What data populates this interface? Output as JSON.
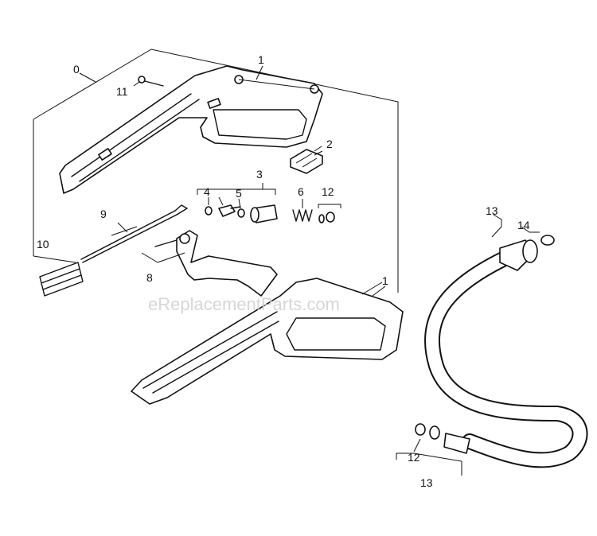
{
  "watermark": "eReplacementParts.com",
  "callouts": {
    "c0": "0",
    "c1_top": "1",
    "c1_bottom": "1",
    "c2": "2",
    "c3": "3",
    "c4": "4",
    "c5": "5",
    "c6": "6",
    "c8": "8",
    "c9": "9",
    "c10": "10",
    "c11": "11",
    "c12_top": "12",
    "c12_bottom": "12",
    "c13_top": "13",
    "c13_bottom": "13",
    "c14": "14"
  }
}
